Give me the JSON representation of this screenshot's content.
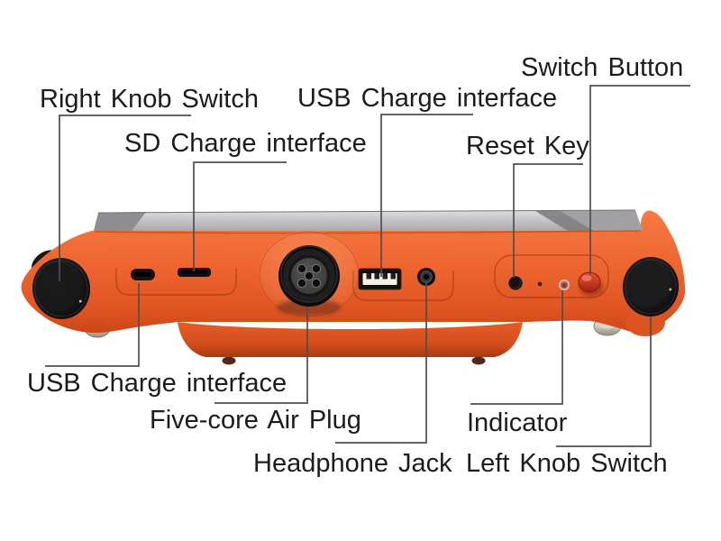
{
  "annotations": {
    "right_knob_switch": "Right Knob Switch",
    "sd_charge_interface": "SD Charge interface",
    "usb_charge_interface_top": "USB Charge interface",
    "reset_key": "Reset Key",
    "switch_button": "Switch Button",
    "usb_charge_interface_bottom": "USB Charge interface",
    "five_core_air_plug": "Five-core Air Plug",
    "headphone_jack": "Headphone Jack",
    "indicator": "Indicator",
    "left_knob_switch": "Left Knob Switch"
  },
  "colors": {
    "device_body_orange": "#ee6530",
    "top_strip_gray": "#b9b9bc",
    "knob_black": "#141414",
    "switch_button_red": "#cb3a22",
    "indicator_pink": "#a96b5c",
    "label_text": "#1c1c1c",
    "leader_line": "#4e4e4e",
    "background": "#ffffff"
  }
}
